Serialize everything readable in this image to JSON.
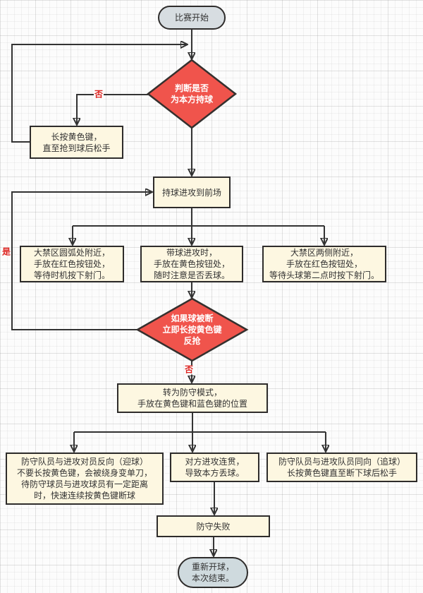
{
  "flowchart": {
    "nodes": {
      "start": {
        "text": "比赛开始"
      },
      "decision_possession": {
        "text": "判断是否\n为本方持球"
      },
      "steal": {
        "text": "长按黄色键，\n直至抢到球后松手"
      },
      "advance": {
        "text": "持球进攻到前场"
      },
      "attack_arc": {
        "text": "大禁区圆弧处附近，\n手放在红色按钮处，\n等待时机按下射门。"
      },
      "attack_dribble": {
        "text": "带球进攻时，\n手放在黄色按钮处，\n随时注意是否丢球。"
      },
      "attack_sides": {
        "text": "大禁区两侧附近，\n手放在红色按钮处，\n等待头球第二点时按下射门。"
      },
      "decision_intercepted": {
        "text": "如果球被断\n立即长按黄色键\n反抢"
      },
      "defense_mode": {
        "text": "转为防守模式，\n手放在黄色键和蓝色键的位置"
      },
      "defense_facing": {
        "text": "防守队员与进攻对员反向（迎球）\n不要长按黄色键，会被绕身变单刀，\n待防守球员与进攻球员有一定距离\n时，快速连续按黄色键断球"
      },
      "defense_lost": {
        "text": "对方进攻连贯，\n导致本方丢球。"
      },
      "defense_chase": {
        "text": "防守队员与进攻队员同向（追球）\n长按黄色键直至断下球后松手"
      },
      "defense_failed": {
        "text": "防守失败"
      },
      "end": {
        "text": "重新开球，\n本次结束。"
      }
    },
    "labels": {
      "no_top": "否",
      "yes_left": "是",
      "no_bottom": "否"
    },
    "colors": {
      "decision_fill": "#f0544c",
      "process_fill": "#fdf7e1",
      "terminal_start_fill": "#d7dde1",
      "terminal_end_fill": "#cfdade",
      "line_stroke": "#333333",
      "branch_label_red": "#dd2420"
    }
  }
}
